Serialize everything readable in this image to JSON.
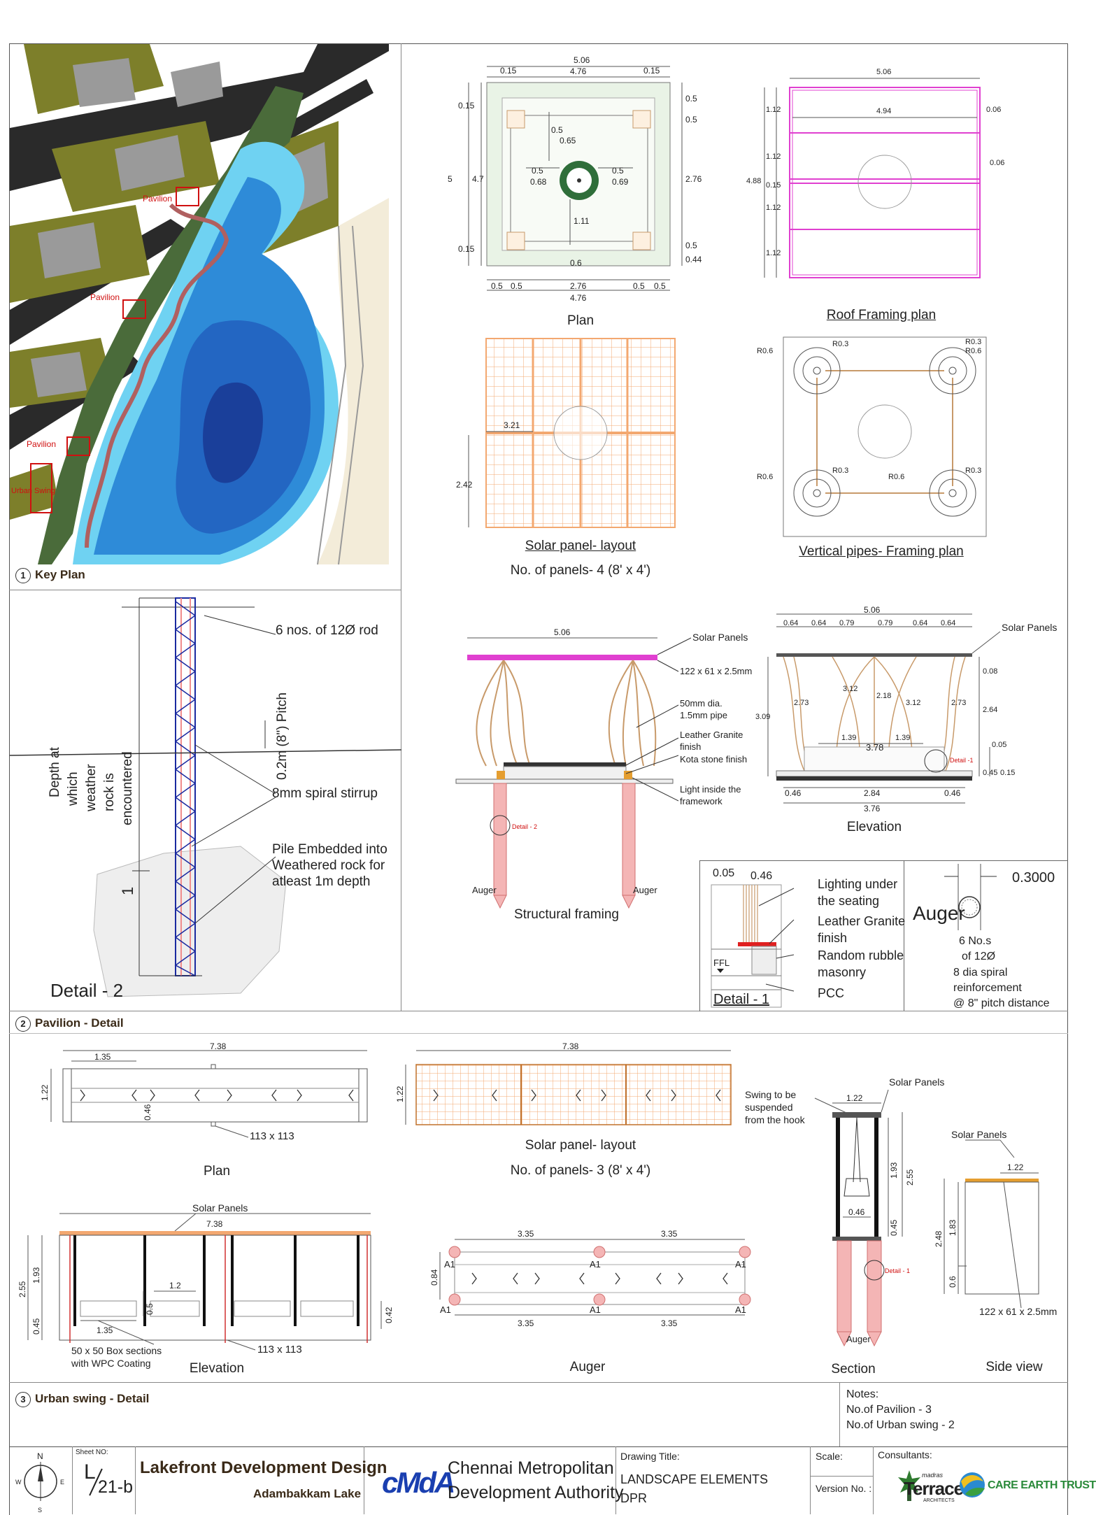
{
  "section1": {
    "num": "1",
    "title": "Key Plan",
    "pavilion_labels": [
      "Pavilion",
      "Pavilion",
      "Pavilion"
    ],
    "urban_swing": "Urban Swing"
  },
  "section2": {
    "num": "2",
    "title": "Pavilion - Detail"
  },
  "section3": {
    "num": "3",
    "title": "Urban swing - Detail"
  },
  "plan": {
    "caption": "Plan",
    "dims": [
      "5.06",
      "0.15",
      "4.76",
      "0.15",
      "0.5",
      "0.5",
      "0.15",
      "4.7",
      "5",
      "0.15",
      "0.5",
      "0.65",
      "0.5",
      "0.68",
      "0.5",
      "0.69",
      "2.76",
      "1.11",
      "0.6",
      "0.5",
      "0.44",
      "0.5",
      "0.5",
      "2.76",
      "0.5",
      "0.5",
      "4.76"
    ]
  },
  "roof": {
    "caption": "Roof Framing plan",
    "dims": [
      "5.06",
      "4.94",
      "1.12",
      "1.12",
      "0.15",
      "1.12",
      "1.12",
      "4.88",
      "0.06",
      "0.06"
    ]
  },
  "solar1": {
    "caption": "Solar panel- layout",
    "subcaption": "No. of panels- 4 (8' x 4')",
    "dims": [
      "3.21",
      "2.42"
    ]
  },
  "vpipes": {
    "caption": "Vertical pipes- Framing plan",
    "dims": [
      "R0.6",
      "R0.3",
      "R0.6",
      "R0.3",
      "R0.6",
      "R0.3",
      "R0.6",
      "R0.3"
    ]
  },
  "detail2": {
    "title": "Detail - 2",
    "labels": [
      "6 nos. of 12Ø rod",
      "0.2m (8\") Pitch",
      "8mm spiral stirrup",
      "Pile Embedded into",
      "Weathered rock for",
      "atleast 1m depth"
    ],
    "depth_label": [
      "Depth at",
      "which",
      "weather",
      "rock is",
      "encountered"
    ],
    "one": "1"
  },
  "structural": {
    "caption": "Structural framing",
    "labels": [
      "Solar Panels",
      "122 x 61 x 2.5mm",
      "50mm dia.",
      "1.5mm pipe",
      "Leather Granite",
      "finish",
      "Kota stone finish",
      "Light inside the",
      "framework",
      "Detail - 2",
      "Auger",
      "Auger"
    ],
    "dim": "5.06"
  },
  "elevation": {
    "caption": "Elevation",
    "labels": [
      "Solar Panels",
      "Detail -1"
    ],
    "dims": [
      "5.06",
      "0.64",
      "0.64",
      "0.79",
      "0.79",
      "0.64",
      "0.64",
      "0.08",
      "2.64",
      "0.05",
      "0.45",
      "0.15",
      "3.09",
      "2.73",
      "3.12",
      "2.18",
      "3.12",
      "2.73",
      "1.39",
      "1.39",
      "3.78",
      "0.46",
      "2.84",
      "0.46",
      "3.76"
    ]
  },
  "detail1": {
    "title": "Detail - 1",
    "dims": [
      "0.05",
      "0.46"
    ],
    "labels": [
      "Lighting under",
      "the seating",
      "Leather Granite",
      "finish",
      "Random rubble",
      "masonry",
      "PCC",
      "FFL"
    ]
  },
  "auger1": {
    "title": "Auger",
    "dim": "0.3000",
    "labels": [
      "6 No.s",
      "of 12Ø",
      "8 dia spiral",
      "reinforcement",
      "@ 8\" pitch distance"
    ]
  },
  "swing_plan": {
    "caption": "Plan",
    "dims": [
      "7.38",
      "1.35",
      "1.22",
      "0.46"
    ],
    "label": "113 x 113"
  },
  "swing_solar": {
    "caption": "Solar panel- layout",
    "subcaption": "No. of panels- 3 (8' x 4')",
    "dims": [
      "7.38",
      "1.22"
    ]
  },
  "swing_section": {
    "caption": "Section",
    "labels": [
      "Swing to be",
      "suspended",
      "from the hook",
      "Solar Panels",
      "Detail - 1",
      "Auger"
    ],
    "dims": [
      "1.22",
      "1.93",
      "2.55",
      "0.45",
      "0.46"
    ]
  },
  "swing_side": {
    "caption": "Side view",
    "labels": [
      "Solar Panels",
      "122 x 61 x 2.5mm"
    ],
    "dims": [
      "1.22",
      "2.48",
      "1.83",
      "0.6"
    ]
  },
  "swing_elev": {
    "caption": "Elevation",
    "labels": [
      "Solar Panels",
      "50 x 50 Box sections",
      "with WPC Coating",
      "113 x 113"
    ],
    "dims": [
      "7.38",
      "2.55",
      "1.93",
      "0.45",
      "1.35",
      "1.2",
      "0.5",
      "0.42"
    ]
  },
  "swing_auger": {
    "caption": "Auger",
    "dims": [
      "3.35",
      "3.35",
      "3.35",
      "3.35",
      "0.84"
    ],
    "tags": [
      "A1",
      "A1",
      "A1",
      "A1",
      "A1",
      "A1"
    ]
  },
  "notes": {
    "title": "Notes:",
    "lines": [
      "No.of Pavilion - 3",
      "No.of Urban swing - 2"
    ]
  },
  "titleblock": {
    "compass": {
      "n": "N",
      "s": "S",
      "e": "E",
      "w": "W"
    },
    "sheet_no_label": "Sheet NO:",
    "sheet_l": "L",
    "sheet_num": "21-b",
    "project_title": "Lakefront Development Design",
    "project_sub": "Adambakkam Lake",
    "authority_logo": "cMdA",
    "authority_1": "Chennai Metropolitan",
    "authority_2": "Development Authority",
    "drawing_title_label": "Drawing Title:",
    "drawing_title_1": "LANDSCAPE ELEMENTS",
    "drawing_title_2": "DPR",
    "scale_label": "Scale:",
    "version_label": "Version No. :",
    "consultants_label": "Consultants:",
    "consultant_1_small": "madras",
    "consultant_1": "Terrace",
    "consultant_1_sub": "ARCHITECTS",
    "consultant_2": "CARE EARTH TRUST"
  },
  "colors": {
    "accent_magenta": "#e040d0",
    "pile": "#f08c8c",
    "brown": "#c89a6a",
    "panel_orange": "#f3a870",
    "water": "#2e8bd8",
    "deep_water": "#1a3f9a",
    "olive": "#7d7f2a"
  }
}
